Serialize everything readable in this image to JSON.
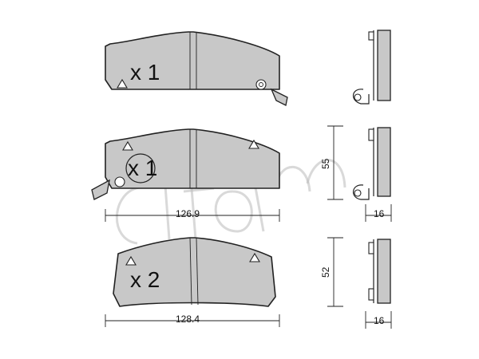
{
  "pads": [
    {
      "quantity": "x 1"
    },
    {
      "quantity": "x 1"
    },
    {
      "quantity": "x 2"
    }
  ],
  "dimensions": {
    "width_upper": "126.9",
    "width_lower": "128.4",
    "height_upper": "55",
    "height_lower": "52",
    "thickness_upper": "16",
    "thickness_lower": "16"
  },
  "watermark": "cifam",
  "colors": {
    "pad_fill": "#c8c8c8",
    "outline": "#222222",
    "watermark": "#b9b9b9"
  }
}
